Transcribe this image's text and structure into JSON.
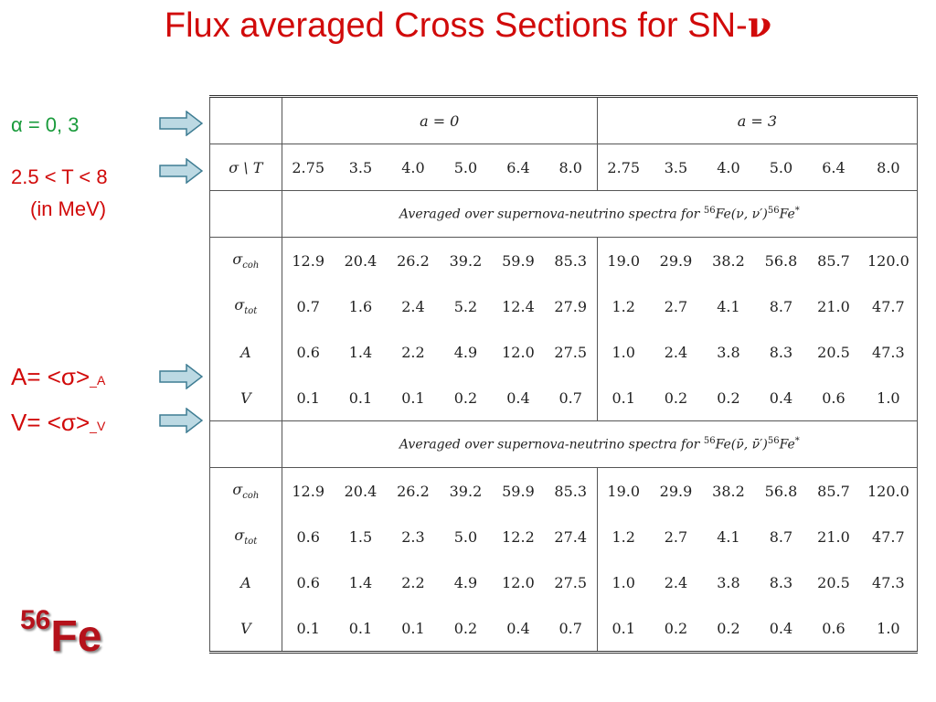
{
  "title": {
    "text": "Flux averaged Cross Sections for SN-",
    "nu": "ν"
  },
  "notes": {
    "alpha": "α =  0,  3",
    "temp_line1": "2.5 < T < 8",
    "temp_line2": "(in  MeV)",
    "a_def": "A= <σ>",
    "a_sub": "_A",
    "v_def": "V= <σ>",
    "v_sub": "_V"
  },
  "element": {
    "mass": "56",
    "symbol": "Fe"
  },
  "table": {
    "group_headers": [
      "a = 0",
      "a = 3"
    ],
    "corner_label": "σ \\ T",
    "temperatures": [
      "2.75",
      "3.5",
      "4.0",
      "5.0",
      "6.4",
      "8.0",
      "2.75",
      "3.5",
      "4.0",
      "5.0",
      "6.4",
      "8.0"
    ],
    "spectrum_prefix": "Averaged over supernova-neutrino spectra for ",
    "spectrum_nu": "Fe(ν, ν′)",
    "spectrum_antinu": "Fe(ν̄, ν̄′)",
    "spectrum_mass": "56",
    "spectrum_end": "Fe",
    "spectrum_star": "*",
    "row_labels": {
      "coh": "σ",
      "coh_sub": "coh",
      "tot": "σ",
      "tot_sub": "tot",
      "a": "A",
      "v": "V"
    },
    "nu_rows": [
      [
        "12.9",
        "20.4",
        "26.2",
        "39.2",
        "59.9",
        "85.3",
        "19.0",
        "29.9",
        "38.2",
        "56.8",
        "85.7",
        "120.0"
      ],
      [
        "0.7",
        "1.6",
        "2.4",
        "5.2",
        "12.4",
        "27.9",
        "1.2",
        "2.7",
        "4.1",
        "8.7",
        "21.0",
        "47.7"
      ],
      [
        "0.6",
        "1.4",
        "2.2",
        "4.9",
        "12.0",
        "27.5",
        "1.0",
        "2.4",
        "3.8",
        "8.3",
        "20.5",
        "47.3"
      ],
      [
        "0.1",
        "0.1",
        "0.1",
        "0.2",
        "0.4",
        "0.7",
        "0.1",
        "0.2",
        "0.2",
        "0.4",
        "0.6",
        "1.0"
      ]
    ],
    "antinu_rows": [
      [
        "12.9",
        "20.4",
        "26.2",
        "39.2",
        "59.9",
        "85.3",
        "19.0",
        "29.9",
        "38.2",
        "56.8",
        "85.7",
        "120.0"
      ],
      [
        "0.6",
        "1.5",
        "2.3",
        "5.0",
        "12.2",
        "27.4",
        "1.2",
        "2.7",
        "4.1",
        "8.7",
        "21.0",
        "47.7"
      ],
      [
        "0.6",
        "1.4",
        "2.2",
        "4.9",
        "12.0",
        "27.5",
        "1.0",
        "2.4",
        "3.8",
        "8.3",
        "20.5",
        "47.3"
      ],
      [
        "0.1",
        "0.1",
        "0.1",
        "0.2",
        "0.4",
        "0.7",
        "0.1",
        "0.2",
        "0.2",
        "0.4",
        "0.6",
        "1.0"
      ]
    ]
  },
  "colors": {
    "title": "#d10a0a",
    "note_green": "#1a9b3c",
    "arrow_fill": "#bcd9e3",
    "arrow_stroke": "#3f7d93"
  }
}
